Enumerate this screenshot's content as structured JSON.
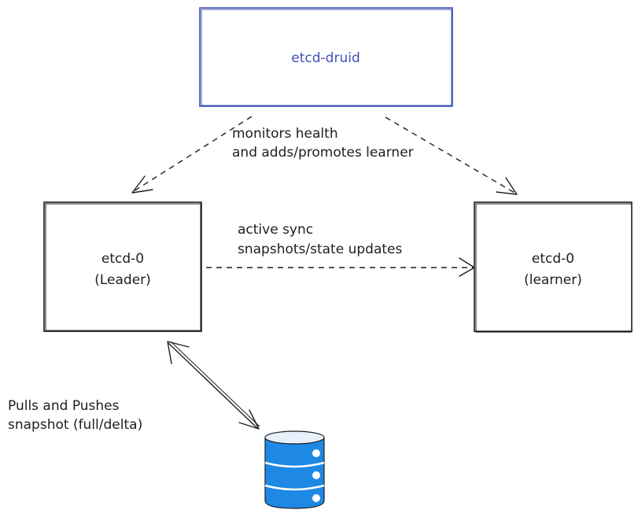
{
  "nodes": {
    "druid": {
      "label": "etcd-druid",
      "color": "#3f51b5"
    },
    "leader": {
      "line1": "etcd-0",
      "line2": "(Leader)"
    },
    "learner": {
      "line1": "etcd-0",
      "line2": "(learner)"
    },
    "storage": {
      "icon": "database-icon",
      "color": "#1e88e5"
    }
  },
  "edges": {
    "monitor": {
      "line1": "monitors health",
      "line2": "and adds/promotes learner"
    },
    "sync": {
      "line1": "active sync",
      "line2": "snapshots/state updates"
    },
    "backup": {
      "line1": "Pulls and Pushes",
      "line2": "snapshot (full/delta)"
    }
  }
}
